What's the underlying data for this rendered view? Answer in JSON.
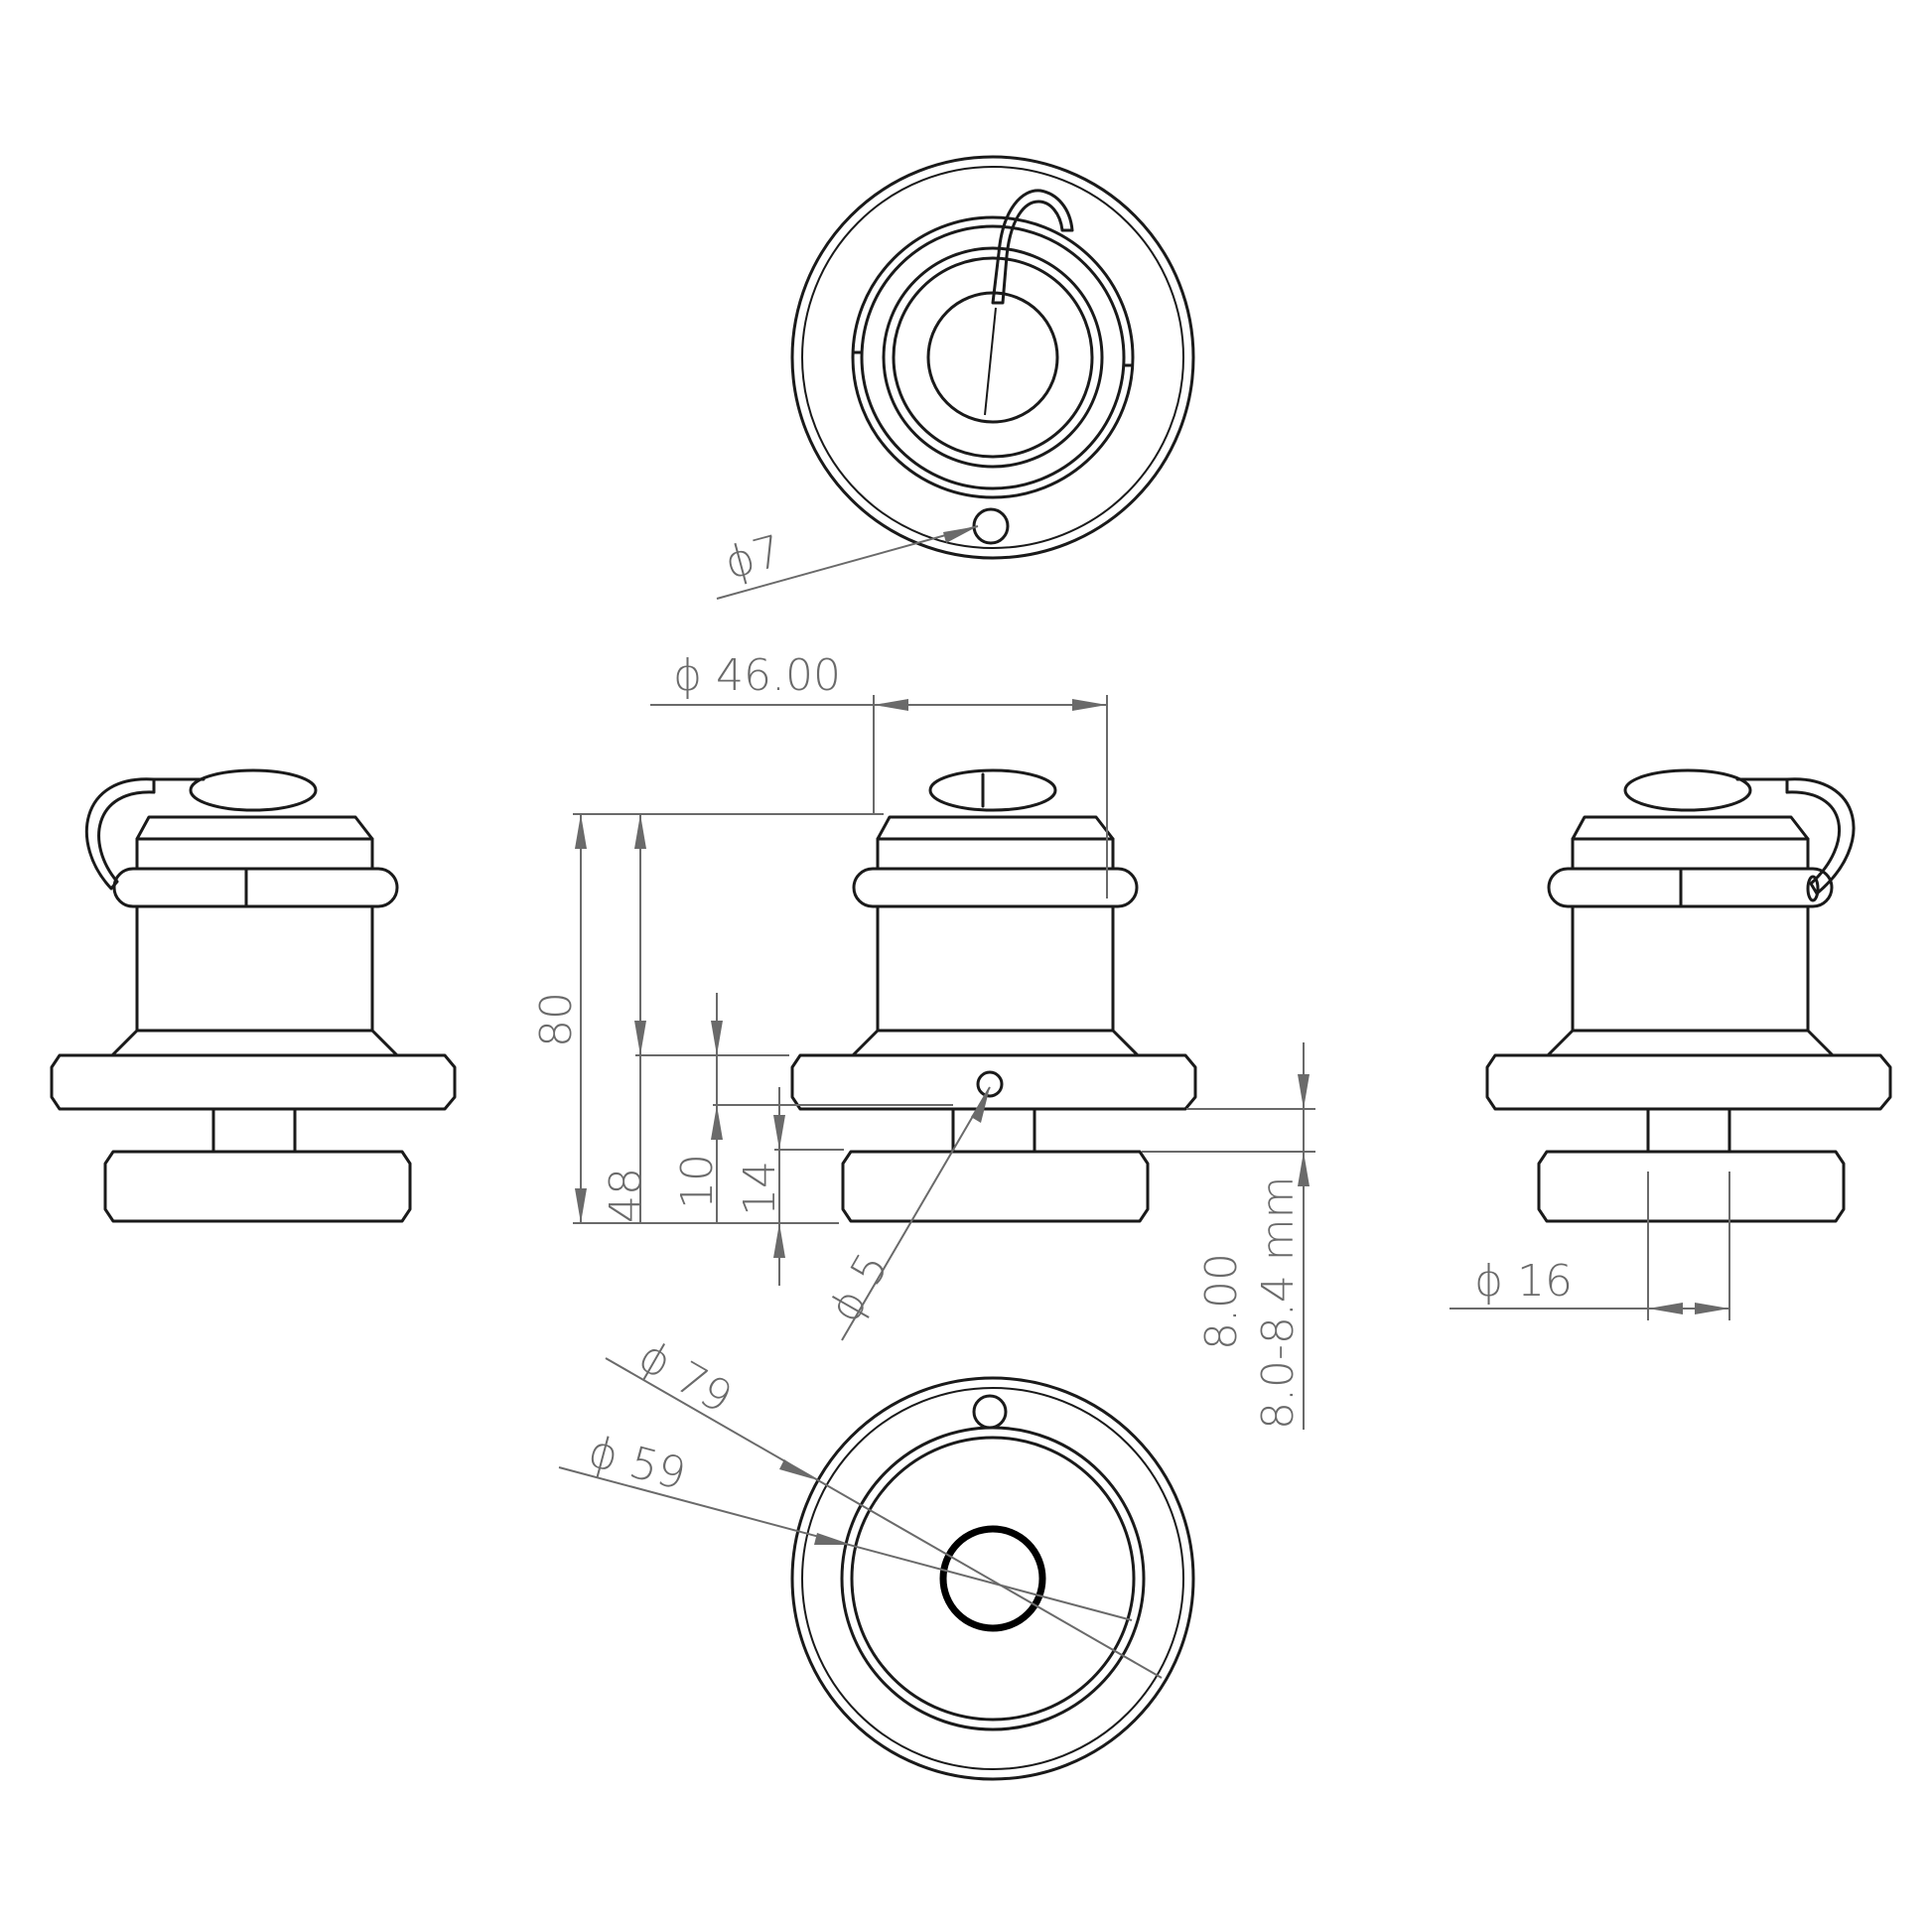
{
  "dimensions": {
    "hole_top": "ϕ7",
    "width_top": "ϕ 46.00",
    "height_total": "80",
    "height_48": "48",
    "height_10": "10",
    "height_14": "14",
    "hole_side": "ϕ 5",
    "thickness": "8.00",
    "thickness_range": "8.0-8.4 mm",
    "shaft": "ϕ 16",
    "flange_outer": "ϕ 79",
    "flange_inner": "ϕ 59"
  },
  "colors": {
    "outline": "#1a1a1a",
    "dimension": "#6a6a6a"
  }
}
